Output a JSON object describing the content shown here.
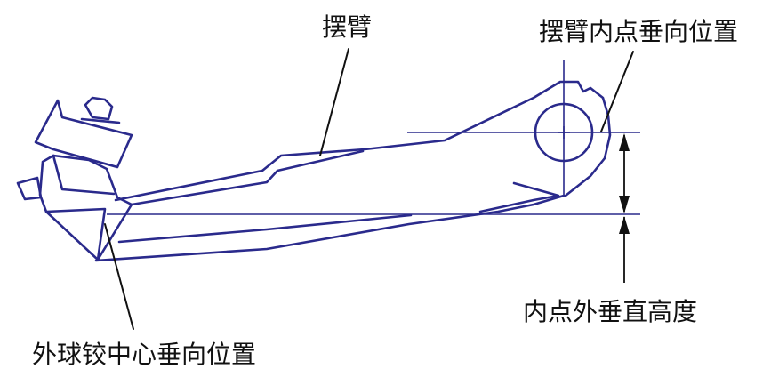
{
  "labels": {
    "arm": "摆臂",
    "inner_point_vertical": "摆臂内点垂向位置",
    "inner_outer_height": "内点外垂直高度",
    "ball_joint_center": "外球铰中心垂向位置"
  },
  "colors": {
    "part_line": "#2a2a8c",
    "leader_line": "#111111",
    "text": "#111111"
  }
}
